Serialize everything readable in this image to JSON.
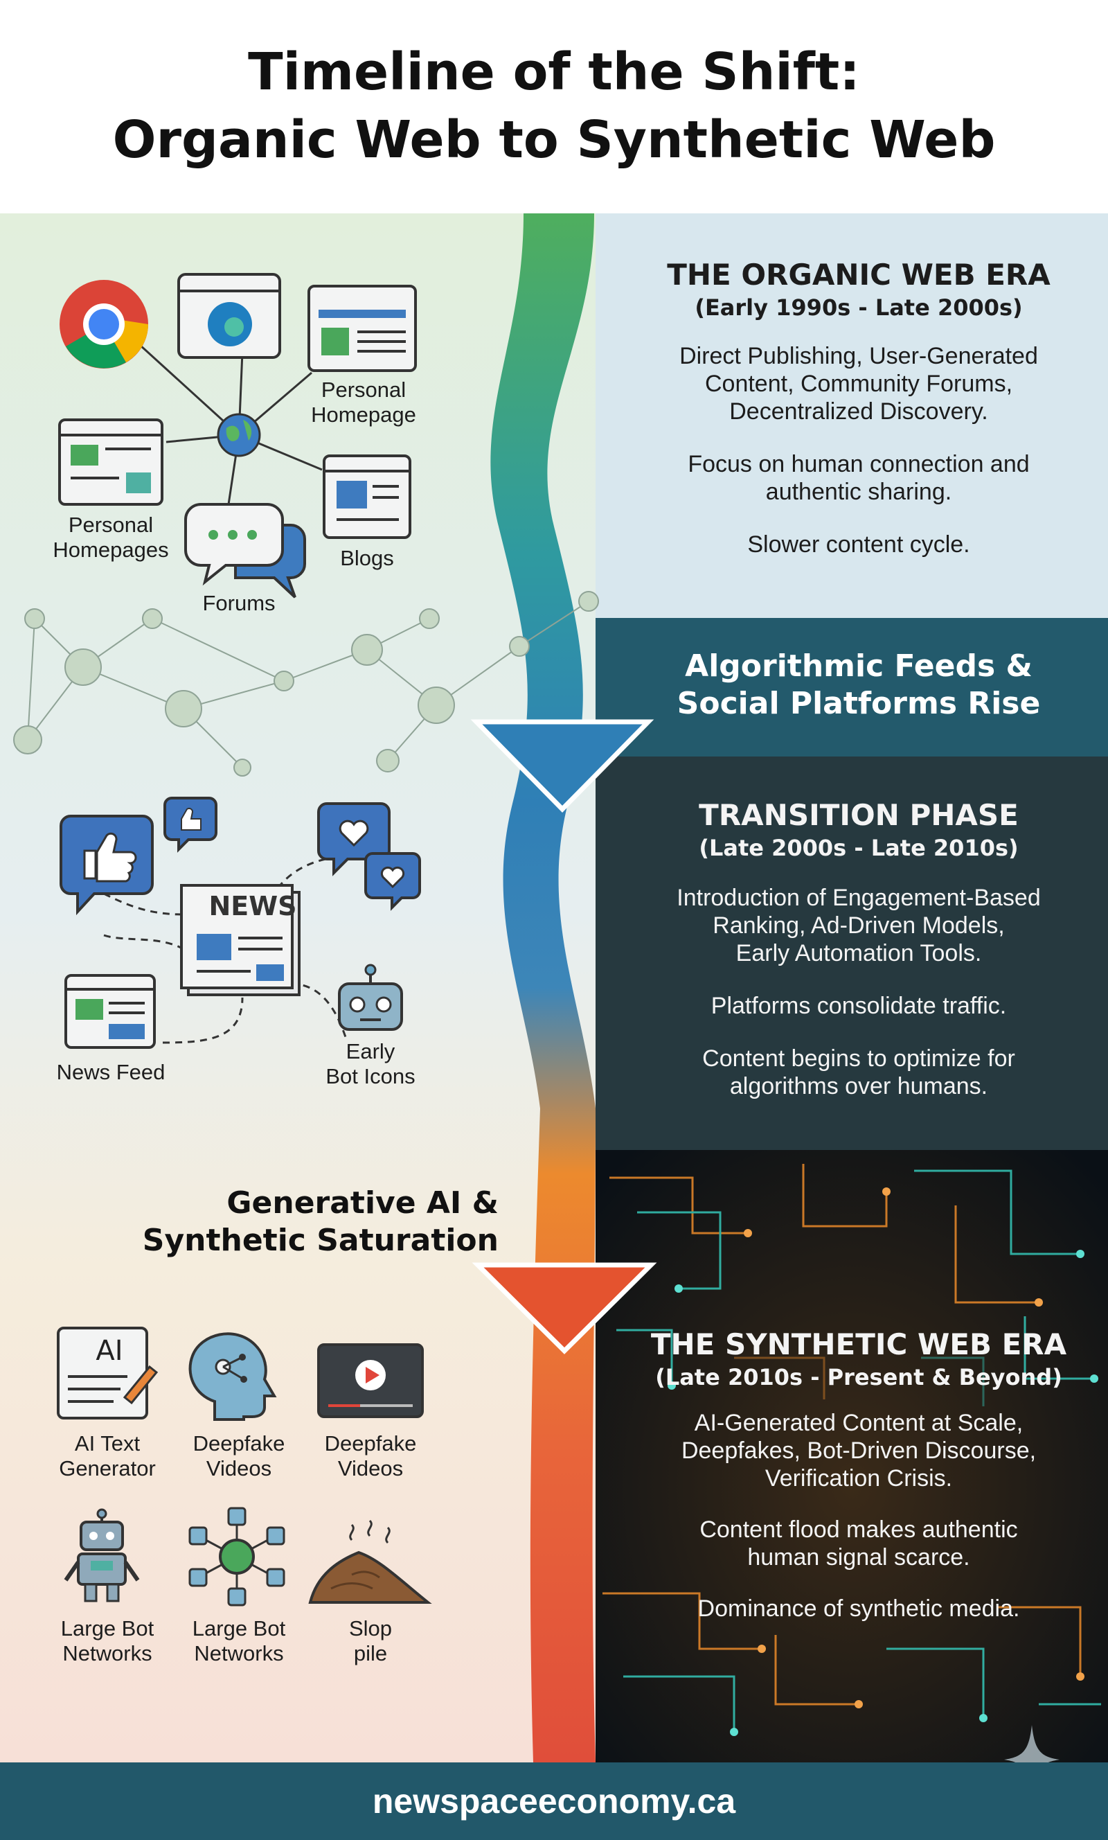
{
  "title": {
    "line1": "Timeline of the Shift:",
    "line2": "Organic Web to Synthetic Web"
  },
  "organic": {
    "heading": "THE ORGANIC WEB ERA",
    "period": "(Early 1990s - Late 2000s)",
    "p1": [
      "Direct Publishing, User-Generated",
      "Content, Community Forums,",
      "Decentralized Discovery."
    ],
    "p2": [
      "Focus on human connection and",
      "authentic sharing."
    ],
    "p3": "Slower content cycle.",
    "labels": {
      "personal_homepage": [
        "Personal",
        "Homepage"
      ],
      "personal_homepages": [
        "Personal",
        "Homepages"
      ],
      "blogs": "Blogs",
      "forums": "Forums"
    },
    "icons": [
      "chrome-icon",
      "edge-icon",
      "homepage-icon",
      "globe-icon",
      "webpage-icon",
      "blog-icon",
      "forum-chat-icon"
    ]
  },
  "transition_banner": [
    "Algorithmic Feeds &",
    "Social Platforms Rise"
  ],
  "transition": {
    "heading": "TRANSITION PHASE",
    "period": "(Late 2000s - Late 2010s)",
    "p1": [
      "Introduction of Engagement-Based",
      "Ranking, Ad-Driven Models,",
      "Early Automation Tools."
    ],
    "p2": "Platforms consolidate traffic.",
    "p3": [
      "Content begins to optimize for",
      "algorithms over humans."
    ],
    "labels": {
      "news": "NEWS",
      "news_feed": "News Feed",
      "early_bot": [
        "Early",
        "Bot Icons"
      ]
    },
    "icons": [
      "thumbs-up-icon",
      "heart-icon",
      "newspaper-icon",
      "news-feed-icon",
      "bot-icon"
    ]
  },
  "generative_banner": [
    "Generative AI &",
    "Synthetic Saturation"
  ],
  "synthetic": {
    "heading": "THE SYNTHETIC WEB ERA",
    "period": "(Late 2010s - Present & Beyond)",
    "p1": [
      "AI-Generated Content at Scale,",
      "Deepfakes, Bot-Driven Discourse,",
      "Verification Crisis."
    ],
    "p2": [
      "Content flood makes authentic",
      "human signal scarce."
    ],
    "p3": "Dominance of synthetic media.",
    "labels": {
      "ai_mark": "AI",
      "ai_text": [
        "AI Text",
        "Generator"
      ],
      "deepfake_head": [
        "Deepfake",
        "Videos"
      ],
      "deepfake_video": [
        "Deepfake",
        "Videos"
      ],
      "bot_single": [
        "Large Bot",
        "Networks"
      ],
      "bot_network": [
        "Large Bot",
        "Networks"
      ],
      "slop": [
        "Slop",
        "pile"
      ]
    },
    "icons": [
      "ai-document-icon",
      "ai-head-icon",
      "video-player-icon",
      "robot-icon",
      "network-icon",
      "slop-pile-icon"
    ]
  },
  "footer": "newspaceeconomy.ca",
  "colors": {
    "panel_light": "#d8e7ee",
    "banner_teal": "#235a6c",
    "panel_dark": "#26393f",
    "panel_black": "#0d141a",
    "footer": "#22586a",
    "ribbon_green": "#4fae5e",
    "ribbon_blue": "#2f7fb6",
    "ribbon_orange": "#ec8a2e",
    "ribbon_red": "#e04e3a"
  }
}
